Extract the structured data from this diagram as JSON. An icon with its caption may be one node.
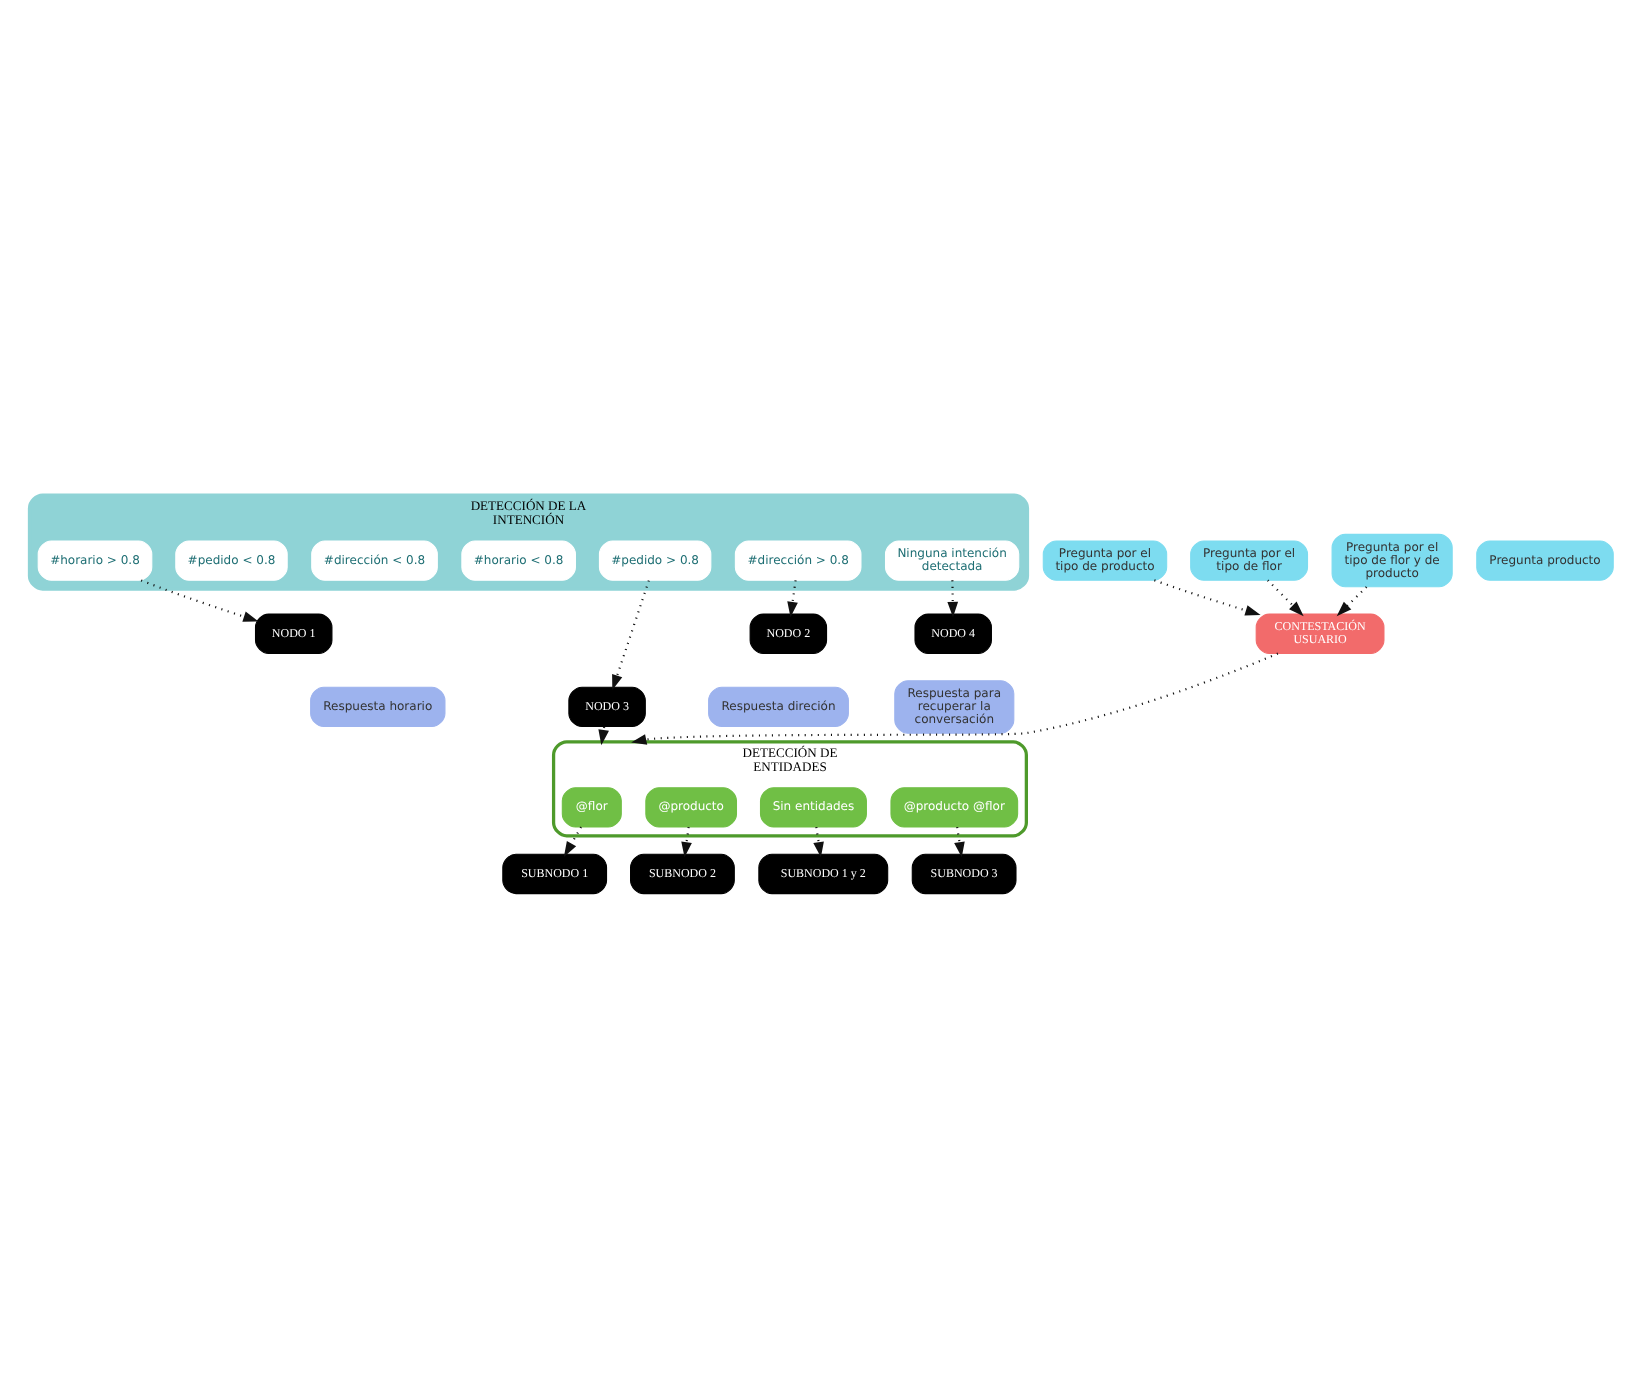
{
  "diagram": {
    "nodes": [
      {
        "text": [
          "DETECCIÓN DE LA INTENCIÓN"
        ]
      },
      {
        "text": [
          "#horario > 0.8"
        ],
        "in": 0
      },
      {
        "text": [
          "#dirección > 0.8"
        ],
        "in": 0
      },
      {
        "text": [
          "#pedido > 0.8"
        ],
        "in": 0
      },
      {
        "text": [
          "#horario < 0.8"
        ],
        "in": 0
      },
      {
        "text": [
          "#dirección < 0.8"
        ],
        "in": 0
      },
      {
        "text": [
          "#pedido < 0.8"
        ],
        "in": 0
      },
      {
        "text": [
          "Ninguna intención detectada"
        ],
        "in": 0
      },
      {
        "text": [
          "NODO 1"
        ]
      },
      {
        "text": [
          "NODO 2"
        ]
      },
      {
        "text": [
          "NODO 3"
        ]
      },
      {
        "text": [
          "NODO 4"
        ]
      },
      {
        "text": [
          "Respuesta horario"
        ]
      },
      {
        "text": [
          "Respuesta direción"
        ]
      },
      {
        "text": [
          "Respuesta para recuperar la conversación"
        ]
      },
      {
        "text": [
          "DETECCIÓN DE ENTIDADES"
        ]
      },
      {
        "text": [
          "@flor"
        ],
        "in": 15
      },
      {
        "text": [
          "@producto"
        ],
        "in": 15
      },
      {
        "text": [
          "Sin entidades"
        ],
        "in": 15
      },
      {
        "text": [
          "@producto @flor"
        ],
        "in": 15
      },
      {
        "text": [
          "SUBNODO 1"
        ]
      },
      {
        "text": [
          "SUBNODO 2"
        ]
      },
      {
        "text": [
          "SUBNODO 1 y 2"
        ]
      },
      {
        "text": [
          "SUBNODO 3"
        ]
      },
      {
        "text": [
          "Pregunta por el tipo de producto"
        ]
      },
      {
        "text": [
          "Pregunta por el tipo de flor"
        ]
      },
      {
        "text": [
          "Pregunta por el tipo de flor y de producto"
        ]
      },
      {
        "text": [
          "Pregunta producto"
        ]
      },
      {
        "text": [
          "CONTESTACIÓN USUARIO"
        ]
      }
    ],
    "edges": [
      {
        "from": 1,
        "to": 8,
        "arrow": "to"
      },
      {
        "from": 2,
        "to": 9,
        "arrow": "to"
      },
      {
        "from": 3,
        "to": 10,
        "arrow": "to"
      },
      {
        "from": 7,
        "to": 11,
        "arrow": "to"
      },
      {
        "from": 10,
        "to": 15,
        "arrow": "to"
      },
      {
        "from": 16,
        "to": 20,
        "arrow": "to"
      },
      {
        "from": 17,
        "to": 21,
        "arrow": "to"
      },
      {
        "from": 18,
        "to": 22,
        "arrow": "to"
      },
      {
        "from": 19,
        "to": 23,
        "arrow": "to"
      },
      {
        "from": 24,
        "to": 28,
        "arrow": "to"
      },
      {
        "from": 25,
        "to": 28,
        "arrow": "to"
      },
      {
        "from": 26,
        "to": 28,
        "arrow": "to"
      },
      {
        "from": 28,
        "to": 15,
        "arrow": "to"
      }
    ]
  }
}
